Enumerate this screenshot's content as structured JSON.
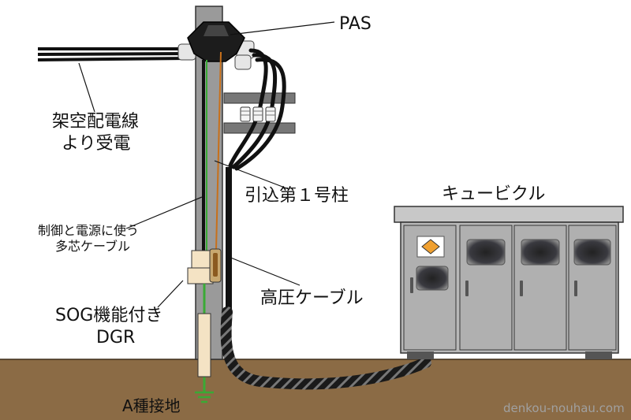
{
  "labels": {
    "pas": "PAS",
    "overhead_line": [
      "架空配電線",
      "より受電"
    ],
    "control_cable": [
      "制御と電源に使う",
      "多芯ケーブル"
    ],
    "pole": "引込第１号柱",
    "hv_cable": "高圧ケーブル",
    "sog_dgr": [
      "SOG機能付き",
      "DGR"
    ],
    "grounding": "A種接地",
    "cubicle": "キュービクル"
  },
  "watermark": "denkou-nouhau.com",
  "colors": {
    "ground": "#8b6b45",
    "pole": "#9a9a9a",
    "cubicle": "#b8b8b8",
    "cable": "#1a1a1a",
    "ground_wire": "#3aaa35",
    "control_wire": "#c8701a",
    "warning_diamond": "#f0a030"
  }
}
